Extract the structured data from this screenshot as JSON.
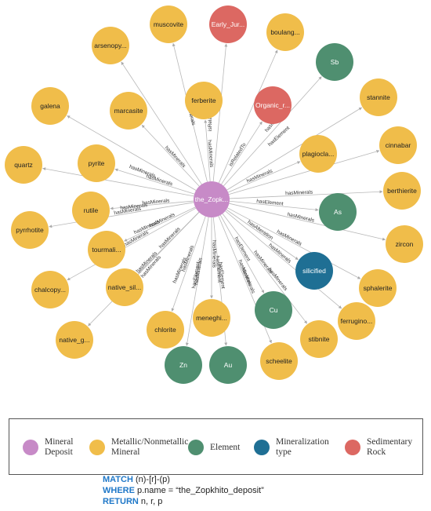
{
  "colors": {
    "Mineral Deposit": "#c78ac7",
    "Mineral": "#f0bd4a",
    "Element": "#4f8f70",
    "Mineralization": "#1f6f94",
    "Rock": "#dc6862"
  },
  "center": {
    "label": "the_Zopk..."
  },
  "nodes": [
    {
      "label": "muscovite",
      "type": "Mineral",
      "rel": ""
    },
    {
      "label": "Early_Jur...",
      "type": "Rock",
      "rel": ""
    },
    {
      "label": "boulang...",
      "type": "Mineral",
      "rel": ""
    },
    {
      "label": "arsenopy...",
      "type": "Mineral",
      "rel": ""
    },
    {
      "label": "Sb",
      "type": "Element",
      "rel": ""
    },
    {
      "label": "ferberite",
      "type": "Mineral",
      "rel": "hasMinerals"
    },
    {
      "label": "Organic_r...",
      "type": "Rock",
      "rel": "isRelatedTo"
    },
    {
      "label": "stannite",
      "type": "Mineral",
      "rel": ""
    },
    {
      "label": "galena",
      "type": "Mineral",
      "rel": ""
    },
    {
      "label": "marcasite",
      "type": "Mineral",
      "rel": "hasMinerals"
    },
    {
      "label": "cinnabar",
      "type": "Mineral",
      "rel": ""
    },
    {
      "label": "quartz",
      "type": "Mineral",
      "rel": ""
    },
    {
      "label": "pyrite",
      "type": "Mineral",
      "rel": "hasMinerals"
    },
    {
      "label": "plagiocla...",
      "type": "Mineral",
      "rel": "hasMinerals"
    },
    {
      "label": "berthierite",
      "type": "Mineral",
      "rel": "hasMinerals"
    },
    {
      "label": "rutile",
      "type": "Mineral",
      "rel": "hasMinerals"
    },
    {
      "label": "As",
      "type": "Element",
      "rel": "hasElement"
    },
    {
      "label": "pyrrhotite",
      "type": "Mineral",
      "rel": "hasMinerals"
    },
    {
      "label": "zircon",
      "type": "Mineral",
      "rel": "hasMinerals"
    },
    {
      "label": "tourmali...",
      "type": "Mineral",
      "rel": "hasMinerals"
    },
    {
      "label": "silicified",
      "type": "Mineralization",
      "rel": "hasAlteration"
    },
    {
      "label": "chalcopy...",
      "type": "Mineral",
      "rel": "hasMinerals"
    },
    {
      "label": "native_sil...",
      "type": "Mineral",
      "rel": "hasMinerals"
    },
    {
      "label": "sphalerite",
      "type": "Mineral",
      "rel": "hasMinerals"
    },
    {
      "label": "chlorite",
      "type": "Mineral",
      "rel": "hasMinerals"
    },
    {
      "label": "Cu",
      "type": "Element",
      "rel": "hasElement"
    },
    {
      "label": "ferrugino...",
      "type": "Mineral",
      "rel": "hasMinerals"
    },
    {
      "label": "meneghi...",
      "type": "Mineral",
      "rel": "hasMinerals"
    },
    {
      "label": "stibnite",
      "type": "Mineral",
      "rel": "hasMinerals"
    },
    {
      "label": "native_g...",
      "type": "Mineral",
      "rel": "hasMinerals"
    },
    {
      "label": "scheelite",
      "type": "Mineral",
      "rel": "hasMinerals"
    },
    {
      "label": "Zn",
      "type": "Element",
      "rel": "hasElement"
    },
    {
      "label": "Au",
      "type": "Element",
      "rel": "hasElement"
    }
  ],
  "extra_edge_labels": [
    "hasMinerals",
    "isRelatedTo",
    "hasMinerals",
    "hasElement",
    "hasMinerals",
    "hasMinerals",
    "hasMinerals",
    "hasMinerals",
    "hasMinerals",
    "hasMinerals",
    "hasElement",
    "hasMinerals",
    "hasMinerals"
  ],
  "legend": [
    {
      "label": "Mineral\nDeposit",
      "type": "Mineral Deposit"
    },
    {
      "label": "Metallic/Nonmetallic\nMineral",
      "type": "Mineral"
    },
    {
      "label": "Element",
      "type": "Element"
    },
    {
      "label": "Mineralization\ntype",
      "type": "Mineralization"
    },
    {
      "label": "Sedimentary\nRock",
      "type": "Rock"
    }
  ],
  "query": {
    "kw1": "MATCH",
    "text1": " (n)-[r]-(p)",
    "kw2": "WHERE",
    "text2": " p.name = “the_Zopkhito_deposit”",
    "kw3": "RETURN",
    "text3": " n, r, p"
  }
}
